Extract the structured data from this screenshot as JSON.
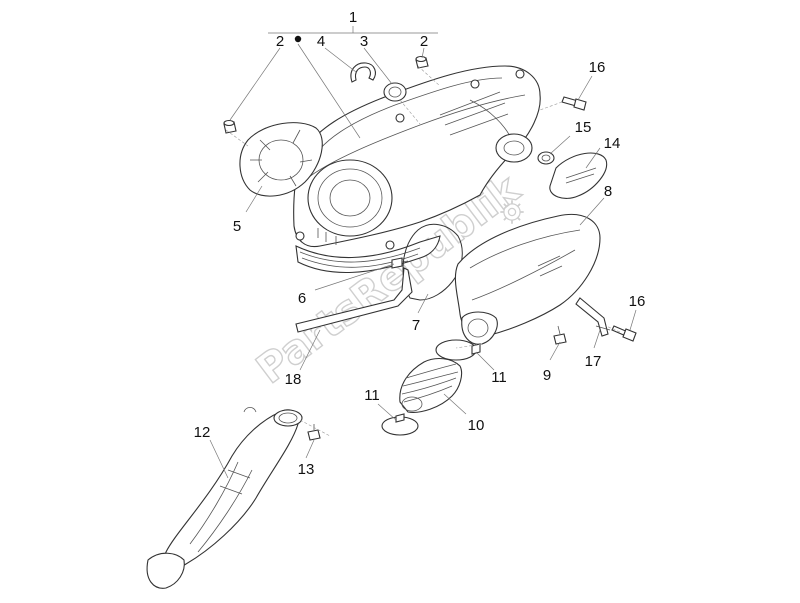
{
  "watermark": "PartsRepublik",
  "callouts": [
    {
      "id": "c1",
      "text": "1"
    },
    {
      "id": "c2a",
      "text": "2"
    },
    {
      "id": "c2b",
      "text": "2"
    },
    {
      "id": "c3",
      "text": "3"
    },
    {
      "id": "c4",
      "text": "4"
    },
    {
      "id": "c5",
      "text": "5"
    },
    {
      "id": "c6",
      "text": "6"
    },
    {
      "id": "c7",
      "text": "7"
    },
    {
      "id": "c8",
      "text": "8"
    },
    {
      "id": "c9",
      "text": "9"
    },
    {
      "id": "c10",
      "text": "10"
    },
    {
      "id": "c11a",
      "text": "11"
    },
    {
      "id": "c11b",
      "text": "11"
    },
    {
      "id": "c12",
      "text": "12"
    },
    {
      "id": "c13",
      "text": "13"
    },
    {
      "id": "c14",
      "text": "14"
    },
    {
      "id": "c15",
      "text": "15"
    },
    {
      "id": "c16a",
      "text": "16"
    },
    {
      "id": "c16b",
      "text": "16"
    },
    {
      "id": "c17",
      "text": "17"
    },
    {
      "id": "c18",
      "text": "18"
    }
  ],
  "colors": {
    "line": "#333333",
    "label": "#111111",
    "watermark": "#cfcfcf"
  }
}
